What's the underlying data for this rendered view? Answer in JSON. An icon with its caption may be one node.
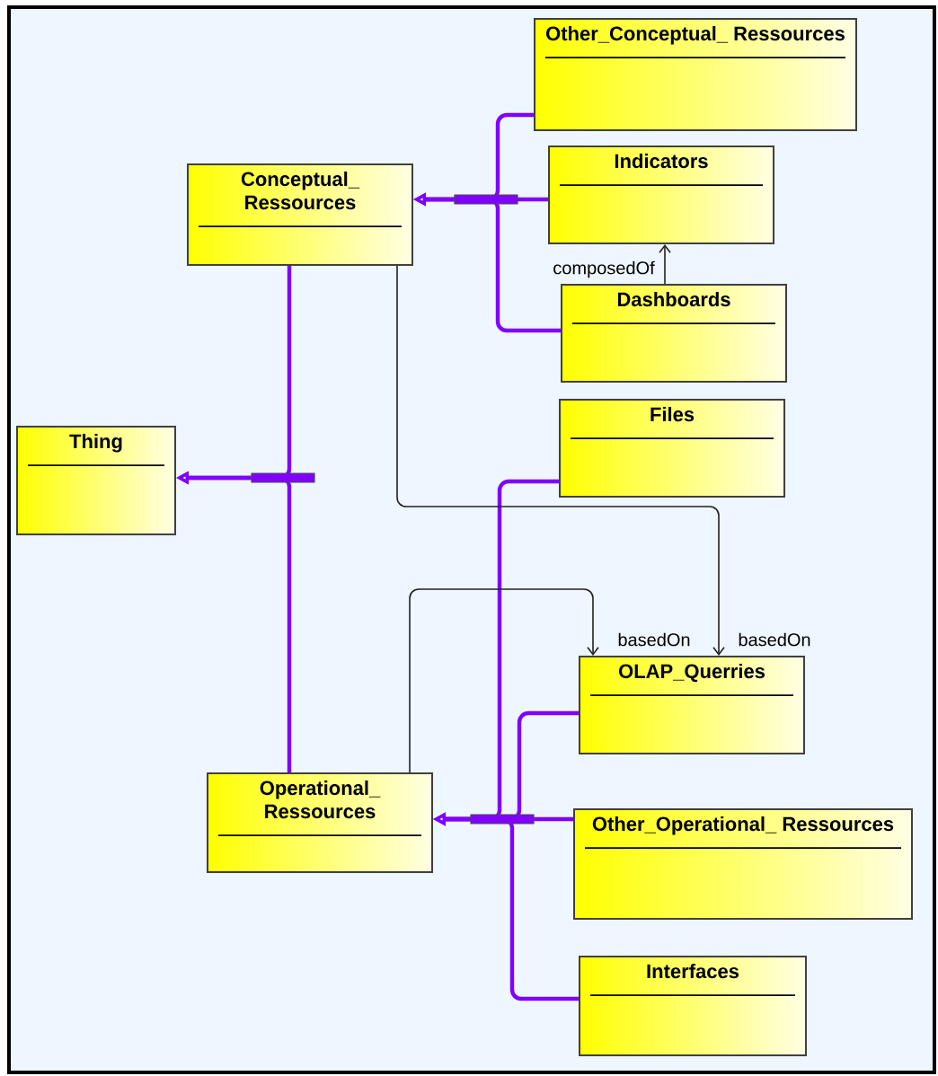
{
  "diagram": {
    "nodes": [
      {
        "text": [
          "Other_Conceptual_ Ressources"
        ]
      },
      {
        "text": [
          "Indicators"
        ]
      },
      {
        "text": [
          "Conceptual_ Ressources"
        ]
      },
      {
        "text": [
          "Dashboards"
        ]
      },
      {
        "text": [
          "Thing"
        ]
      },
      {
        "text": [
          "Files"
        ]
      },
      {
        "text": [
          "OLAP_Querries"
        ]
      },
      {
        "text": [
          "Operational_ Ressources"
        ]
      },
      {
        "text": [
          "Other_Operational_ Ressources"
        ]
      },
      {
        "text": [
          "Interfaces"
        ]
      }
    ],
    "edges": [
      {
        "from": 0,
        "to": 2,
        "arrow": "to"
      },
      {
        "from": 1,
        "to": 2,
        "arrow": "to"
      },
      {
        "from": 3,
        "to": 2,
        "arrow": "to"
      },
      {
        "from": 3,
        "to": 1,
        "arrow": "to",
        "label": "composedOf",
        "color": "#222222"
      },
      {
        "from": 2,
        "to": 4,
        "arrow": "to"
      },
      {
        "from": 7,
        "to": 4,
        "arrow": "to"
      },
      {
        "from": 5,
        "to": 7,
        "arrow": "to"
      },
      {
        "from": 6,
        "to": 7,
        "arrow": "to"
      },
      {
        "from": 8,
        "to": 7,
        "arrow": "to"
      },
      {
        "from": 9,
        "to": 7,
        "arrow": "to"
      },
      {
        "from": 2,
        "to": 6,
        "arrow": "to",
        "label": "basedOn",
        "color": "#222222"
      },
      {
        "from": 7,
        "to": 6,
        "arrow": "to",
        "label": "basedOn",
        "color": "#222222"
      }
    ]
  }
}
